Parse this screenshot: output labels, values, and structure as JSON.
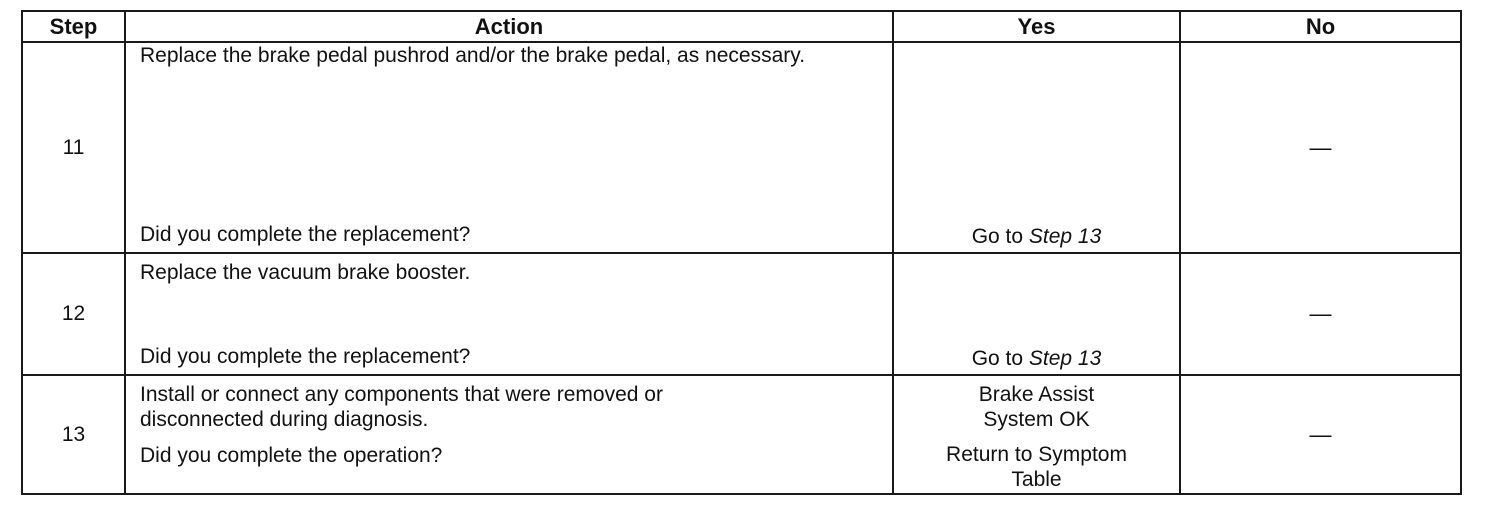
{
  "headers": {
    "step": "Step",
    "action": "Action",
    "yes": "Yes",
    "no": "No"
  },
  "rows": [
    {
      "step": "11",
      "action_lines": [
        "Replace the brake pedal pushrod and/or the brake pedal, as necessary."
      ],
      "question": "Did you complete the replacement?",
      "yes_prefix": "Go to ",
      "yes_ref": "Step 13",
      "no": "—"
    },
    {
      "step": "12",
      "action_lines": [
        "Replace the vacuum brake booster."
      ],
      "question": "Did you complete the replacement?",
      "yes_prefix": "Go to ",
      "yes_ref": "Step 13",
      "no": "—"
    },
    {
      "step": "13",
      "action_lines": [
        "Install or connect any components that were removed or disconnected during diagnosis."
      ],
      "question": "Did you complete the operation?",
      "yes_line1": "Brake Assist System OK",
      "yes_line2": "Return to Symptom Table",
      "no": "—"
    }
  ]
}
